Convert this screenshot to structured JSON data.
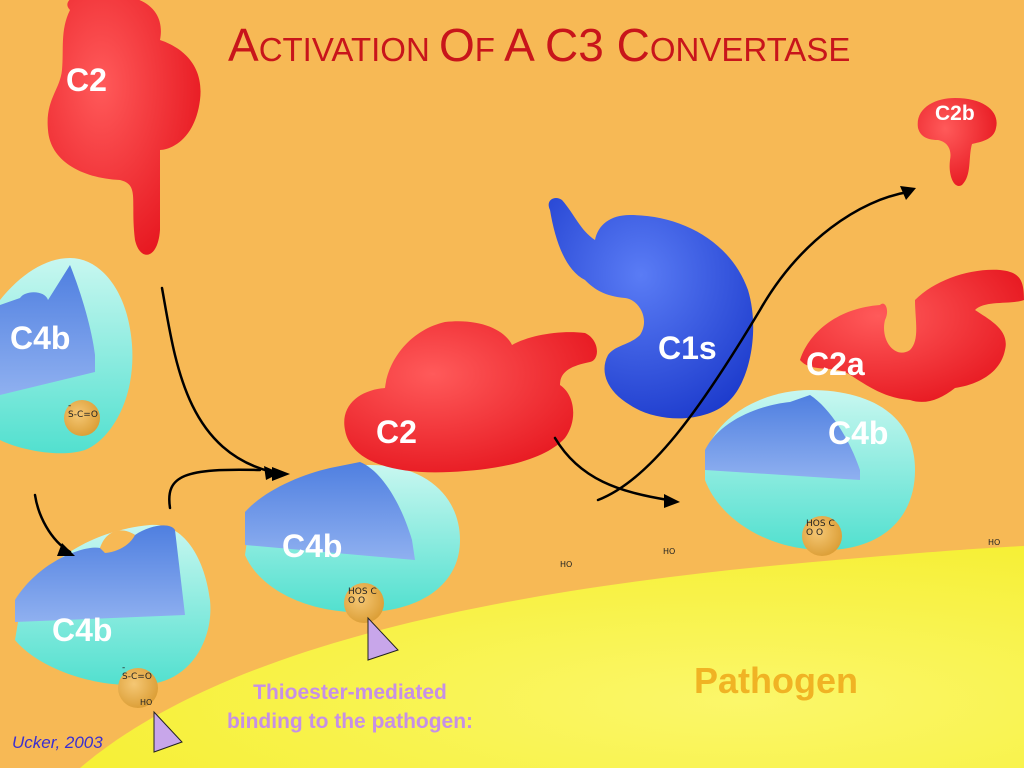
{
  "slide": {
    "title_prefix_big": "A",
    "title_prefix_small": "CTIVATION ",
    "title_of_big": "O",
    "title_of_small": "F ",
    "title_a": "A ",
    "title_c3": "C3 ",
    "title_conv_big": "C",
    "title_conv_small": "ONVERTASE"
  },
  "labels": {
    "c2_top": "C2",
    "c2b": "C2b",
    "c4b_left": "C4b",
    "c1s": "C1s",
    "c2a": "C2a",
    "c2_middle": "C2",
    "c4b_right": "C4b",
    "c4b_middle": "C4b",
    "c4b_bottom_left": "C4b",
    "pathogen": "Pathogen"
  },
  "caption": {
    "line1": "Thioester-mediated",
    "line2": "binding to the pathogen:"
  },
  "credit": "Ucker, 2003",
  "chemistry": {
    "thioester_s": "S",
    "thioester_c": "C",
    "thioester_o": "O",
    "hydroxyl": "HO",
    "bond_dash": "-",
    "bond_double": "="
  },
  "colors": {
    "background": "#f7b955",
    "pathogen_fill": "#f7f23a",
    "c2_red": "#ee1c24",
    "c1s_blue": "#1f3fd6",
    "c4b_blue": "#5b86e0",
    "c4b_cyan": "#7eead8",
    "title_red": "#c8151b",
    "caption_purple": "#c690e6",
    "marker_lilac": "#c8a6ea"
  }
}
